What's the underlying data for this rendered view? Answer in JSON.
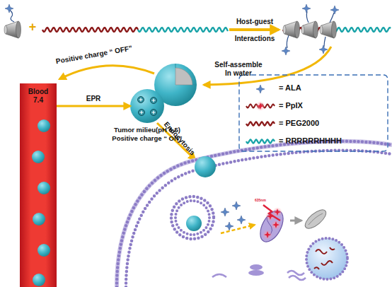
{
  "diagram": {
    "nodes": [
      {
        "text": [
          "Blood 7.4"
        ]
      },
      {
        "text": [
          "Tumor milieu(pH 6.5) Positive charge “ ON”"
        ]
      }
    ],
    "edges": [
      {
        "from": 0,
        "to": 1,
        "arrow": "to",
        "label": "EPR"
      }
    ],
    "labels": [
      "+",
      "Host-guest Interactions",
      "Self-assemble In water",
      "Positive charge “ OFF”",
      "Endocytosis",
      "635nm"
    ],
    "legend": [
      {
        "text": "= ALA"
      },
      {
        "text": "= PpIX"
      },
      {
        "text": "= PEG2000"
      },
      {
        "text": "= RRRRRRHHHH"
      }
    ]
  }
}
